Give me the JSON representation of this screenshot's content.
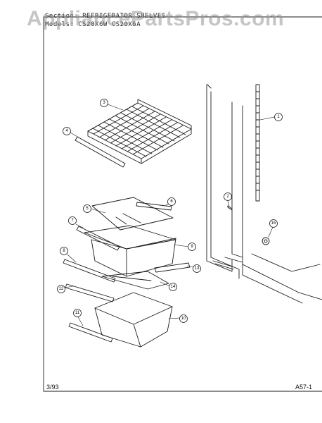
{
  "header": {
    "section_line": "Section: REFRIGERATOR SHELVES",
    "models_line": "Models: CS20X6W  CS20X6A"
  },
  "watermark": "AppliancePartsPros.com",
  "footer": {
    "date": "3/93",
    "page_code": "A57-1"
  },
  "callouts": [
    "1",
    "2",
    "3",
    "4",
    "5",
    "6",
    "7",
    "8",
    "9",
    "10",
    "11",
    "12",
    "13",
    "14",
    "15"
  ],
  "colors": {
    "ink": "#1a1a1a",
    "paper": "#ffffff",
    "watermark": "#969696"
  }
}
